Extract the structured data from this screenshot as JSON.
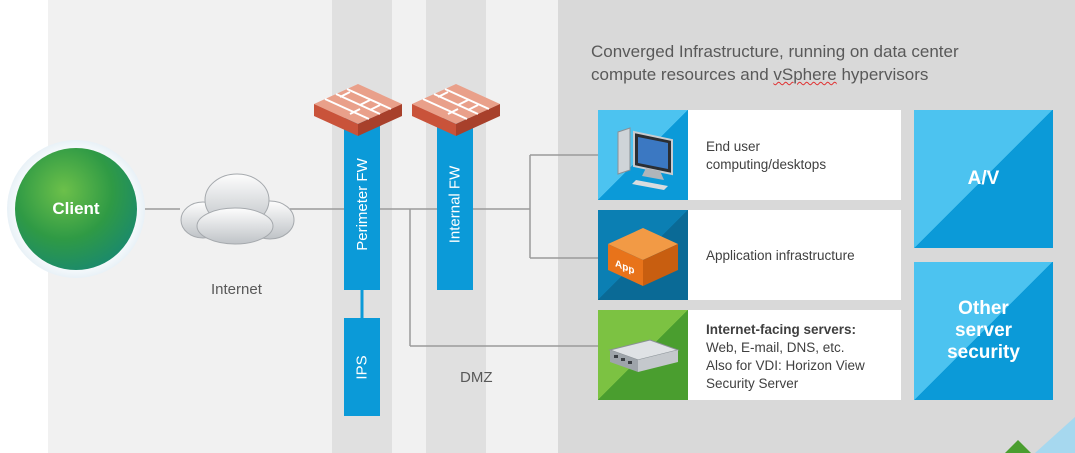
{
  "diagram": {
    "title": "Converged Infrastructure, running on data center compute resources and vSphere hypervisors",
    "title_line1": "Converged Infrastructure, running on data center",
    "title_line2a": "compute resources and ",
    "title_line2b": "vSphere",
    "title_line2c": " hypervisors",
    "client_label": "Client",
    "internet_label": "Internet",
    "dmz_label": "DMZ",
    "perimeter_fw_label": "Perimeter FW",
    "internal_fw_label": "Internal FW",
    "ips_label": "IPS",
    "cards": [
      {
        "line1": "End user",
        "line2": "computing/desktops"
      },
      {
        "line1": "Application infrastructure"
      },
      {
        "bold": "Internet-facing servers:",
        "line2": "Web, E-mail, DNS, etc.",
        "line3": "Also for VDI: Horizon View",
        "line4": "Security Server"
      }
    ],
    "app_badge": "App",
    "tiles": {
      "av": "A/V",
      "other_line1": "Other",
      "other_line2": "server",
      "other_line3": "security"
    },
    "colors": {
      "blue": "#0b9ad8",
      "light_blue": "#4cc3f0",
      "green": "#4a9e2f",
      "orange": "#e8731a",
      "firewall_red": "#c9533a"
    }
  }
}
